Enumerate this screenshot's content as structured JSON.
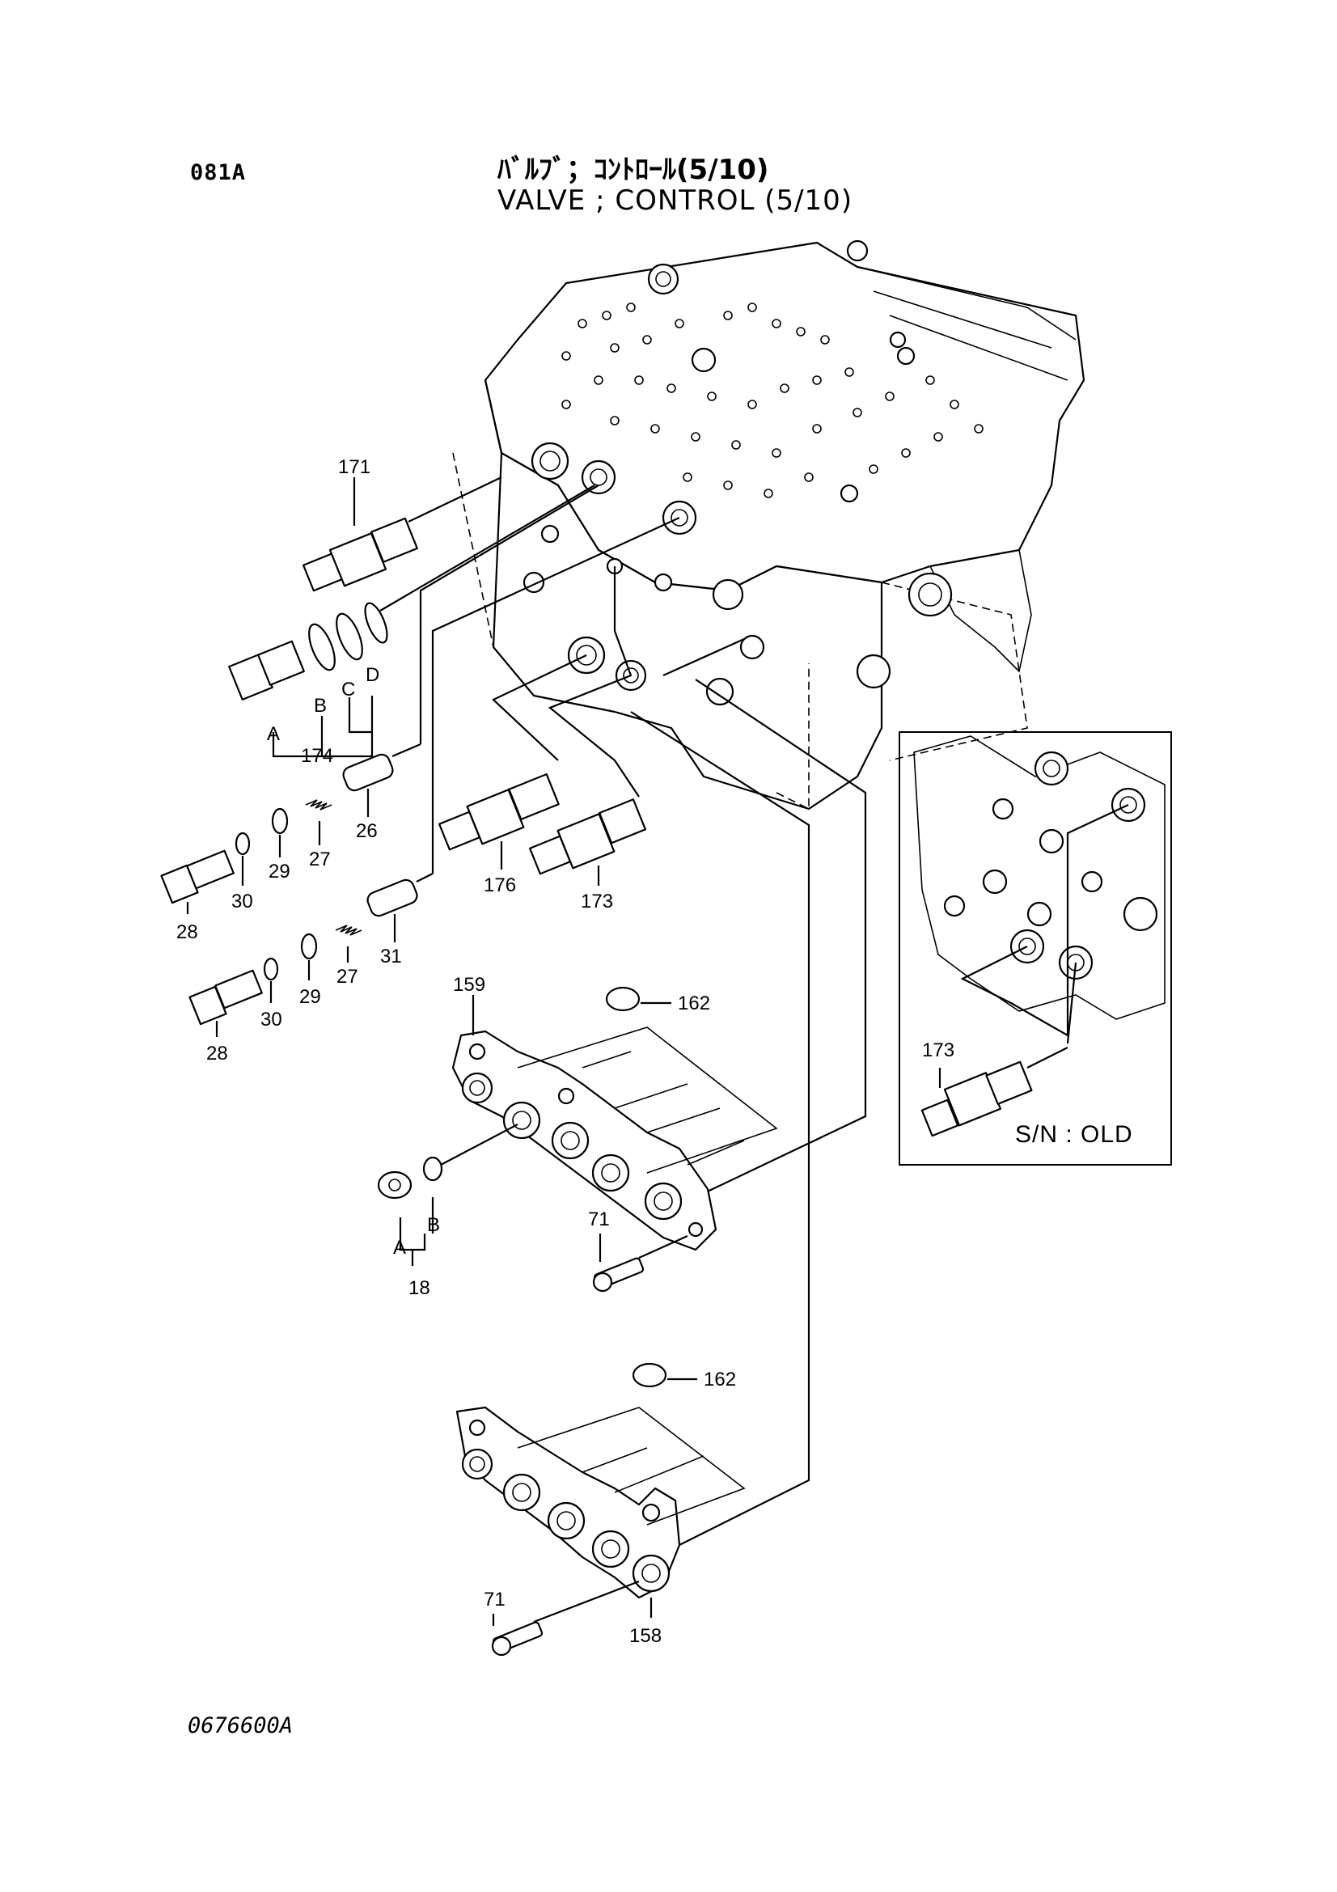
{
  "header": {
    "page_code": "081A",
    "title_jp": "ﾊﾞﾙﾌﾞ；ｺﾝﾄﾛｰﾙ(5/10)",
    "title_en": "VALVE ; CONTROL (5/10)"
  },
  "drawing_number": "0676600A",
  "callouts": {
    "p171": "171",
    "p174": "174",
    "p174_a": "A",
    "p174_b": "B",
    "p174_c": "C",
    "p174_d": "D",
    "p26": "26",
    "p27_upper": "27",
    "p29_upper": "29",
    "p30_upper": "30",
    "p28_upper": "28",
    "p31": "31",
    "p27_lower": "27",
    "p29_lower": "29",
    "p30_lower": "30",
    "p28_lower": "28",
    "p176": "176",
    "p173": "173",
    "p159": "159",
    "p162_upper": "162",
    "p18": "18",
    "p18_a": "A",
    "p18_b": "B",
    "p71_upper": "71",
    "p162_lower": "162",
    "p71_lower": "71",
    "p158": "158"
  },
  "inset": {
    "part_label": "173",
    "note": "S/N : OLD"
  }
}
